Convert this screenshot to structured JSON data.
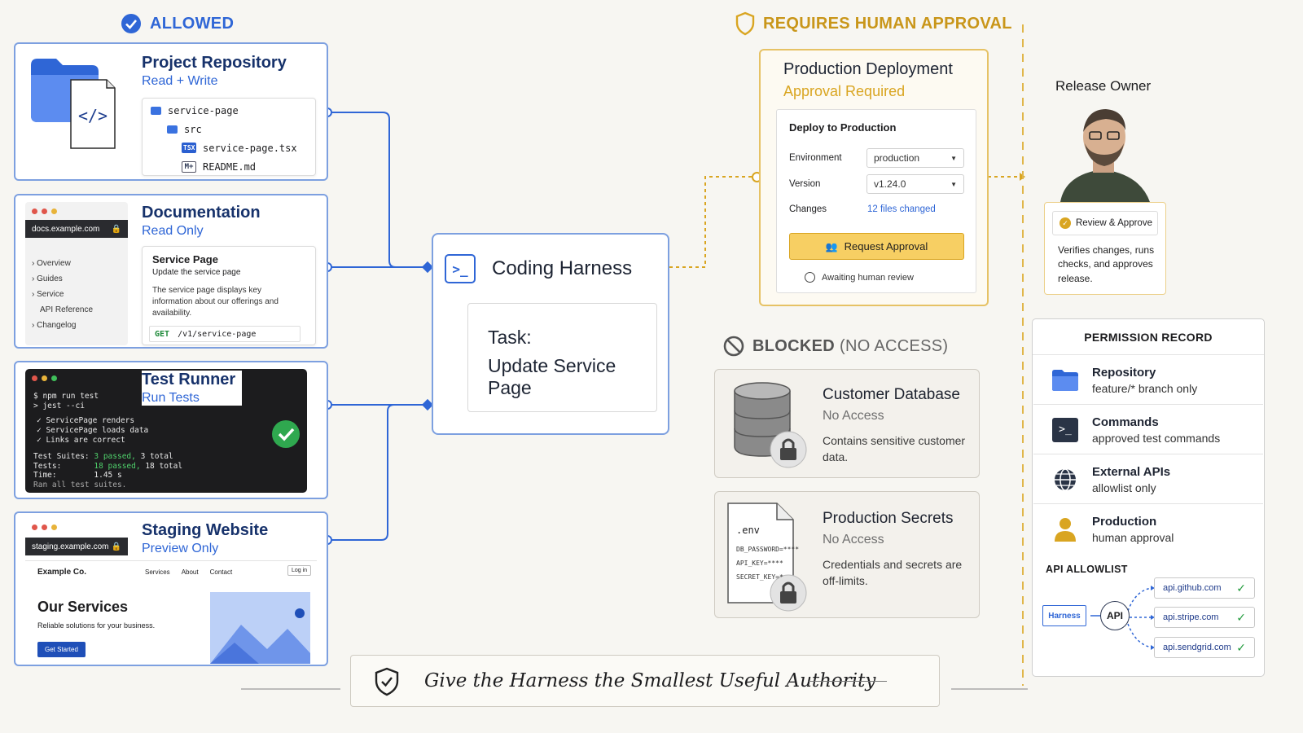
{
  "sections": {
    "allowed": "ALLOWED",
    "requires_approval": "REQUIRES HUMAN APPROVAL",
    "blocked": "BLOCKED",
    "blocked_sub": "(NO ACCESS)"
  },
  "repo": {
    "title": "Project Repository",
    "access": "Read + Write",
    "tree": [
      {
        "name": "service-page"
      },
      {
        "name": "src"
      },
      {
        "name": "service-page.tsx",
        "badge": "TSX"
      },
      {
        "name": "README.md",
        "badge": "M+"
      }
    ]
  },
  "docs": {
    "title": "Documentation",
    "access": "Read Only",
    "url": "docs.example.com",
    "nav": [
      "Overview",
      "Guides",
      "Service",
      "API Reference",
      "Changelog"
    ],
    "page_title": "Service Page",
    "page_subtitle": "Update the service page",
    "page_body": "The service page displays key information about our offerings and availability.",
    "endpoint_method": "GET",
    "endpoint_path": "/v1/service-page"
  },
  "tests": {
    "title": "Test Runner",
    "access": "Run Tests",
    "cmd1": "$ npm run test",
    "cmd2": "> jest --ci",
    "results": [
      "✓ ServicePage renders",
      "✓ ServicePage loads data",
      "✓ Links are correct"
    ],
    "suites_label": "Test Suites:",
    "suites_pass": "3 passed,",
    "suites_total": "3 total",
    "tests_label": "Tests:",
    "tests_pass": "18 passed,",
    "tests_total": "18 total",
    "time_label": "Time:",
    "time_value": "1.45 s",
    "footer": "Ran all test suites."
  },
  "staging": {
    "title": "Staging Website",
    "access": "Preview Only",
    "url": "staging.example.com",
    "brand": "Example Co.",
    "nav": [
      "Services",
      "About",
      "Contact"
    ],
    "login": "Log in",
    "hero_title": "Our Services",
    "hero_text": "Reliable solutions for your business.",
    "cta": "Get Started"
  },
  "harness": {
    "title": "Coding Harness",
    "task_label": "Task:",
    "task_text": "Update Service Page"
  },
  "deploy": {
    "title": "Production Deployment",
    "subtitle": "Approval Required",
    "form_title": "Deploy to Production",
    "env_label": "Environment",
    "env_value": "production",
    "version_label": "Version",
    "version_value": "v1.24.0",
    "changes_label": "Changes",
    "changes_value": "12 files changed",
    "button": "Request Approval",
    "status": "Awaiting human review"
  },
  "owner": {
    "title": "Release Owner",
    "badge": "Review & Approve",
    "desc": "Verifies changes, runs checks, and approves release."
  },
  "blocked_items": [
    {
      "title": "Customer Database",
      "status": "No Access",
      "desc": "Contains sensitive customer data."
    },
    {
      "title": "Production Secrets",
      "status": "No Access",
      "desc": "Credentials and secrets are off-limits."
    }
  ],
  "env_file": {
    "name": ".env",
    "lines": [
      "DB_PASSWORD=****",
      "API_KEY=****",
      "SECRET_KEY=****"
    ]
  },
  "permissions": {
    "title": "PERMISSION RECORD",
    "rows": [
      {
        "title": "Repository",
        "detail": "feature/* branch only",
        "icon": "folder-icon"
      },
      {
        "title": "Commands",
        "detail": "approved test commands",
        "icon": "terminal-icon"
      },
      {
        "title": "External APIs",
        "detail": "allowlist only",
        "icon": "globe-icon"
      },
      {
        "title": "Production",
        "detail": "human approval",
        "icon": "person-icon"
      }
    ],
    "allowlist_title": "API ALLOWLIST",
    "harness_label": "Harness",
    "api_label": "API",
    "allowlist": [
      "api.github.com",
      "api.stripe.com",
      "api.sendgrid.com"
    ]
  },
  "footer": {
    "text": "Give the Harness the Smallest Useful Authority"
  },
  "colors": {
    "allowed_blue": "#2f66d6",
    "approval_gold": "#d9a521",
    "blocked_grey": "#555555",
    "terminal_bg": "#1c1c1e"
  }
}
